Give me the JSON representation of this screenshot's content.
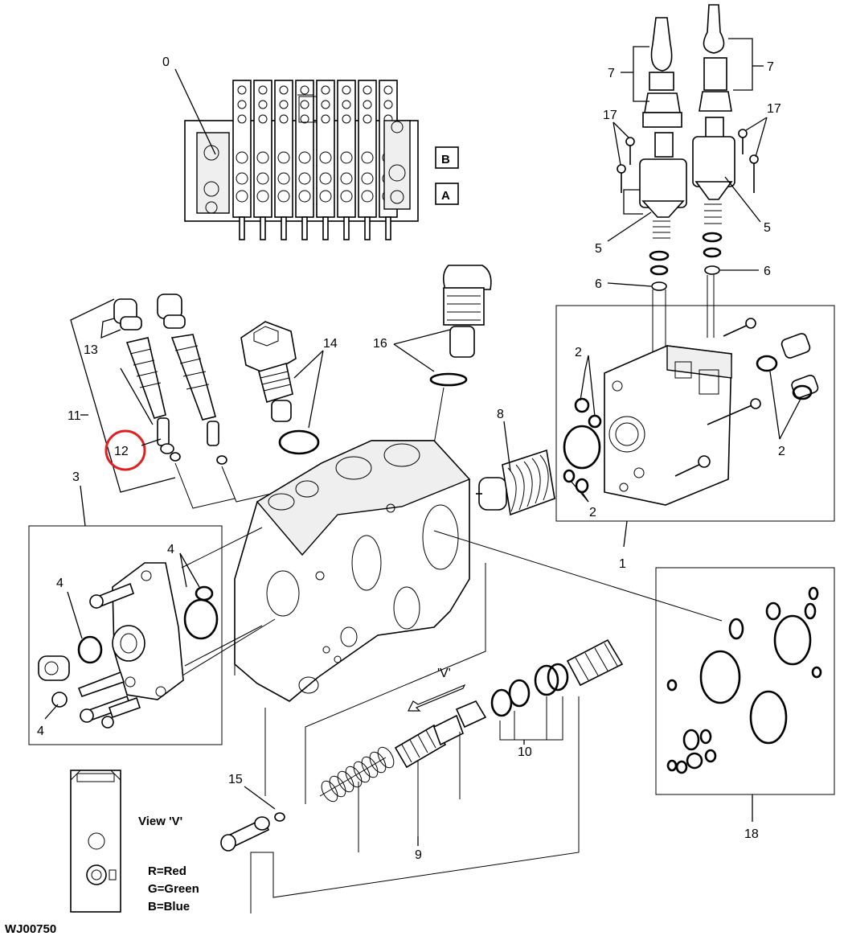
{
  "figure_id": "WJ00750",
  "view_boxes": {
    "b": "B",
    "a": "A"
  },
  "view_v": {
    "title": "View 'V'",
    "legend": [
      "R=Red",
      "G=Green",
      "B=Blue"
    ],
    "arrow_label": "'V'"
  },
  "callouts": {
    "c0": "0",
    "c1": "1",
    "c2a": "2",
    "c2b": "2",
    "c2c": "2",
    "c3": "3",
    "c4a": "4",
    "c4b": "4",
    "c4c": "4",
    "c5a": "5",
    "c5b": "5",
    "c6a": "6",
    "c6b": "6",
    "c7a": "7",
    "c7b": "7",
    "c8": "8",
    "c9": "9",
    "c10": "10",
    "c11": "11",
    "c12": "12",
    "c13": "13",
    "c14": "14",
    "c15": "15",
    "c16": "16",
    "c17a": "17",
    "c17b": "17",
    "c18": "18"
  },
  "highlight": {
    "callout": "12",
    "color": "#e02020"
  }
}
